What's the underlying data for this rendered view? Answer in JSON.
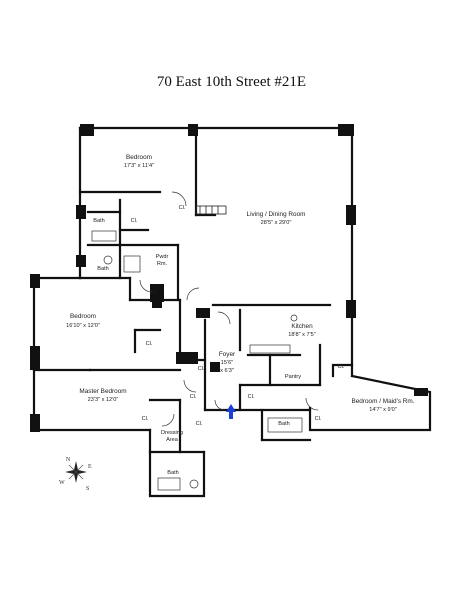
{
  "title": "70 East 10th Street #21E",
  "rooms": {
    "bedroom1": {
      "name": "Bedroom",
      "dims": "17'3\" x 11'4\""
    },
    "living": {
      "name": "Living / Dining Room",
      "dims": "28'5\" x 29'0\""
    },
    "bedroom2": {
      "name": "Bedroom",
      "dims": "16'10\" x 12'0\""
    },
    "kitchen": {
      "name": "Kitchen",
      "dims": "18'8\" x 7'5\""
    },
    "foyer": {
      "name": "Foyer",
      "dims1": "15'6\"",
      "dims2": "x 6'3\""
    },
    "pantry": {
      "name": "Pantry"
    },
    "master": {
      "name": "Master Bedroom",
      "dims": "23'3\" x 12'0\""
    },
    "maids": {
      "name": "Bedroom / Maid's Rm.",
      "dims": "14'7\" x 9'0\""
    },
    "dressing": {
      "name1": "Dressing",
      "name2": "Area"
    },
    "bath": "Bath",
    "closet": "Cl.",
    "powder1": "Pwdr",
    "powder2": "Rm."
  },
  "compass": {
    "n": "N",
    "s": "S",
    "e": "E",
    "w": "W"
  },
  "colors": {
    "wall": "#111111",
    "entry_arrow": "#1a3fd6"
  }
}
